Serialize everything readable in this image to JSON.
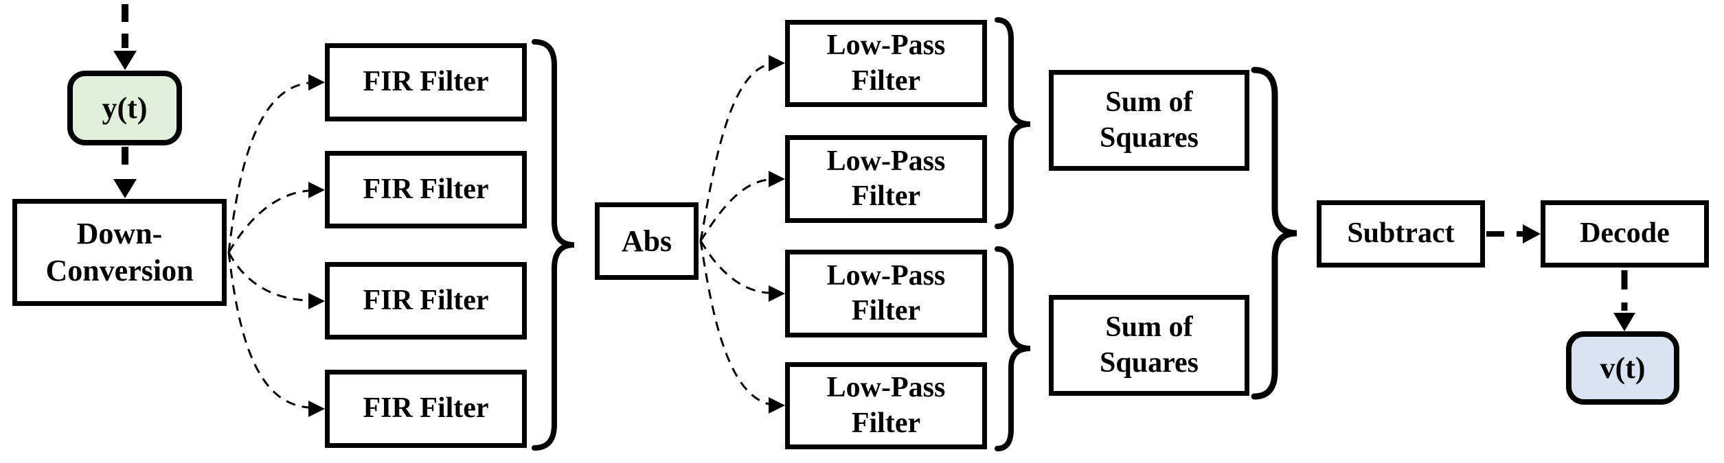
{
  "diagram": {
    "background": "#ffffff",
    "stroke_color": "#000000",
    "nodes": {
      "input": {
        "label": "y(t)",
        "fill": "#e2efda"
      },
      "down_conversion": {
        "line1": "Down-",
        "line2": "Conversion"
      },
      "fir_filters": [
        {
          "label": "FIR Filter"
        },
        {
          "label": "FIR Filter"
        },
        {
          "label": "FIR Filter"
        },
        {
          "label": "FIR Filter"
        }
      ],
      "abs": {
        "label": "Abs"
      },
      "lowpass_filters": [
        {
          "line1": "Low-Pass",
          "line2": "Filter"
        },
        {
          "line1": "Low-Pass",
          "line2": "Filter"
        },
        {
          "line1": "Low-Pass",
          "line2": "Filter"
        },
        {
          "line1": "Low-Pass",
          "line2": "Filter"
        }
      ],
      "sum_of_squares": [
        {
          "line1": "Sum of",
          "line2": "Squares"
        },
        {
          "line1": "Sum of",
          "line2": "Squares"
        }
      ],
      "subtract": {
        "label": "Subtract"
      },
      "decode": {
        "label": "Decode"
      },
      "output": {
        "label": "v(t)",
        "fill": "#dae3f3"
      }
    }
  }
}
